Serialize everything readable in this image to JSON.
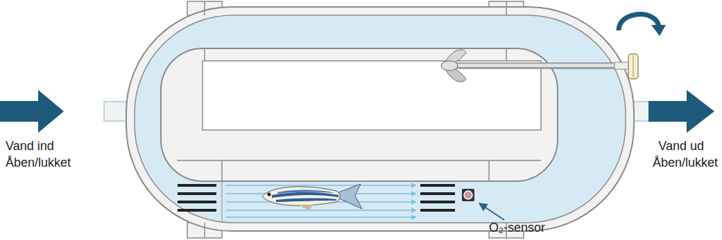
{
  "diagram": {
    "labels": [
      "Vand ind",
      "Åben/lukket",
      "Vand ud",
      "Åben/lukket",
      "O₂-sensor"
    ]
  }
}
